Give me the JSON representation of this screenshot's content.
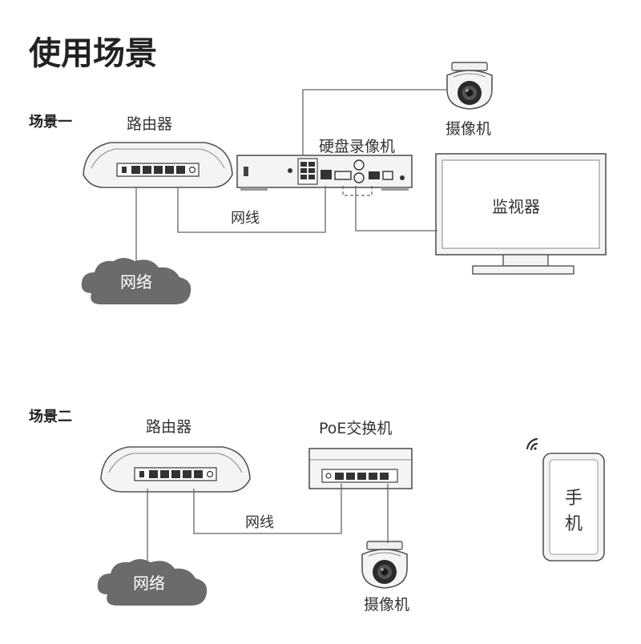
{
  "page": {
    "title": "使用场景"
  },
  "scene1": {
    "label": "场景一",
    "router": "路由器",
    "nvr": "硬盘录像机",
    "camera": "摄像机",
    "monitor": "监视器",
    "cable": "网线",
    "network": "网络"
  },
  "scene2": {
    "label": "场景二",
    "router": "路由器",
    "switch": "PoE交换机",
    "camera": "摄像机",
    "cable": "网线",
    "network": "网络",
    "phone_line1": "手",
    "phone_line2": "机"
  },
  "colors": {
    "line": "#666666",
    "cloud": "#6b6b6b",
    "device_fill": "#f4f4f4"
  }
}
